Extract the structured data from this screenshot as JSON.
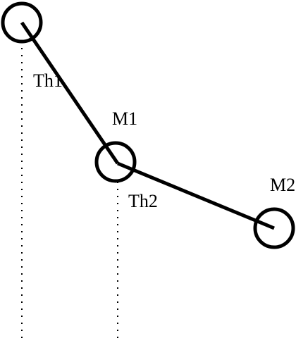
{
  "diagram": {
    "labels": {
      "theta1": "Th1",
      "theta2": "Th2",
      "mass1": "M1",
      "mass2": "M2"
    },
    "colors": {
      "stroke": "#000000",
      "background": "#ffffff"
    }
  }
}
